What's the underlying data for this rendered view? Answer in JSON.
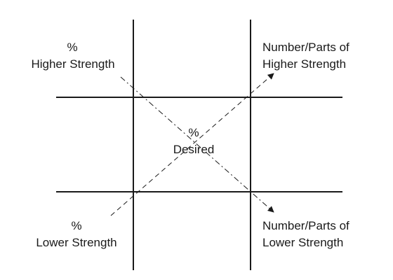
{
  "labels": {
    "higher_strength_percent": "%",
    "higher_strength": "Higher Strength",
    "number_parts_higher_line1": "Number/Parts of",
    "number_parts_higher_line2": "Higher Strength",
    "desired_percent": "%",
    "desired": "Desired",
    "lower_strength_percent": "%",
    "lower_strength": "Lower Strength",
    "number_parts_lower_line1": "Number/Parts of",
    "number_parts_lower_line2": "Lower Strength"
  },
  "colors": {
    "line": "#1a1a1a",
    "text": "#1a1a1a",
    "background": "#ffffff"
  }
}
